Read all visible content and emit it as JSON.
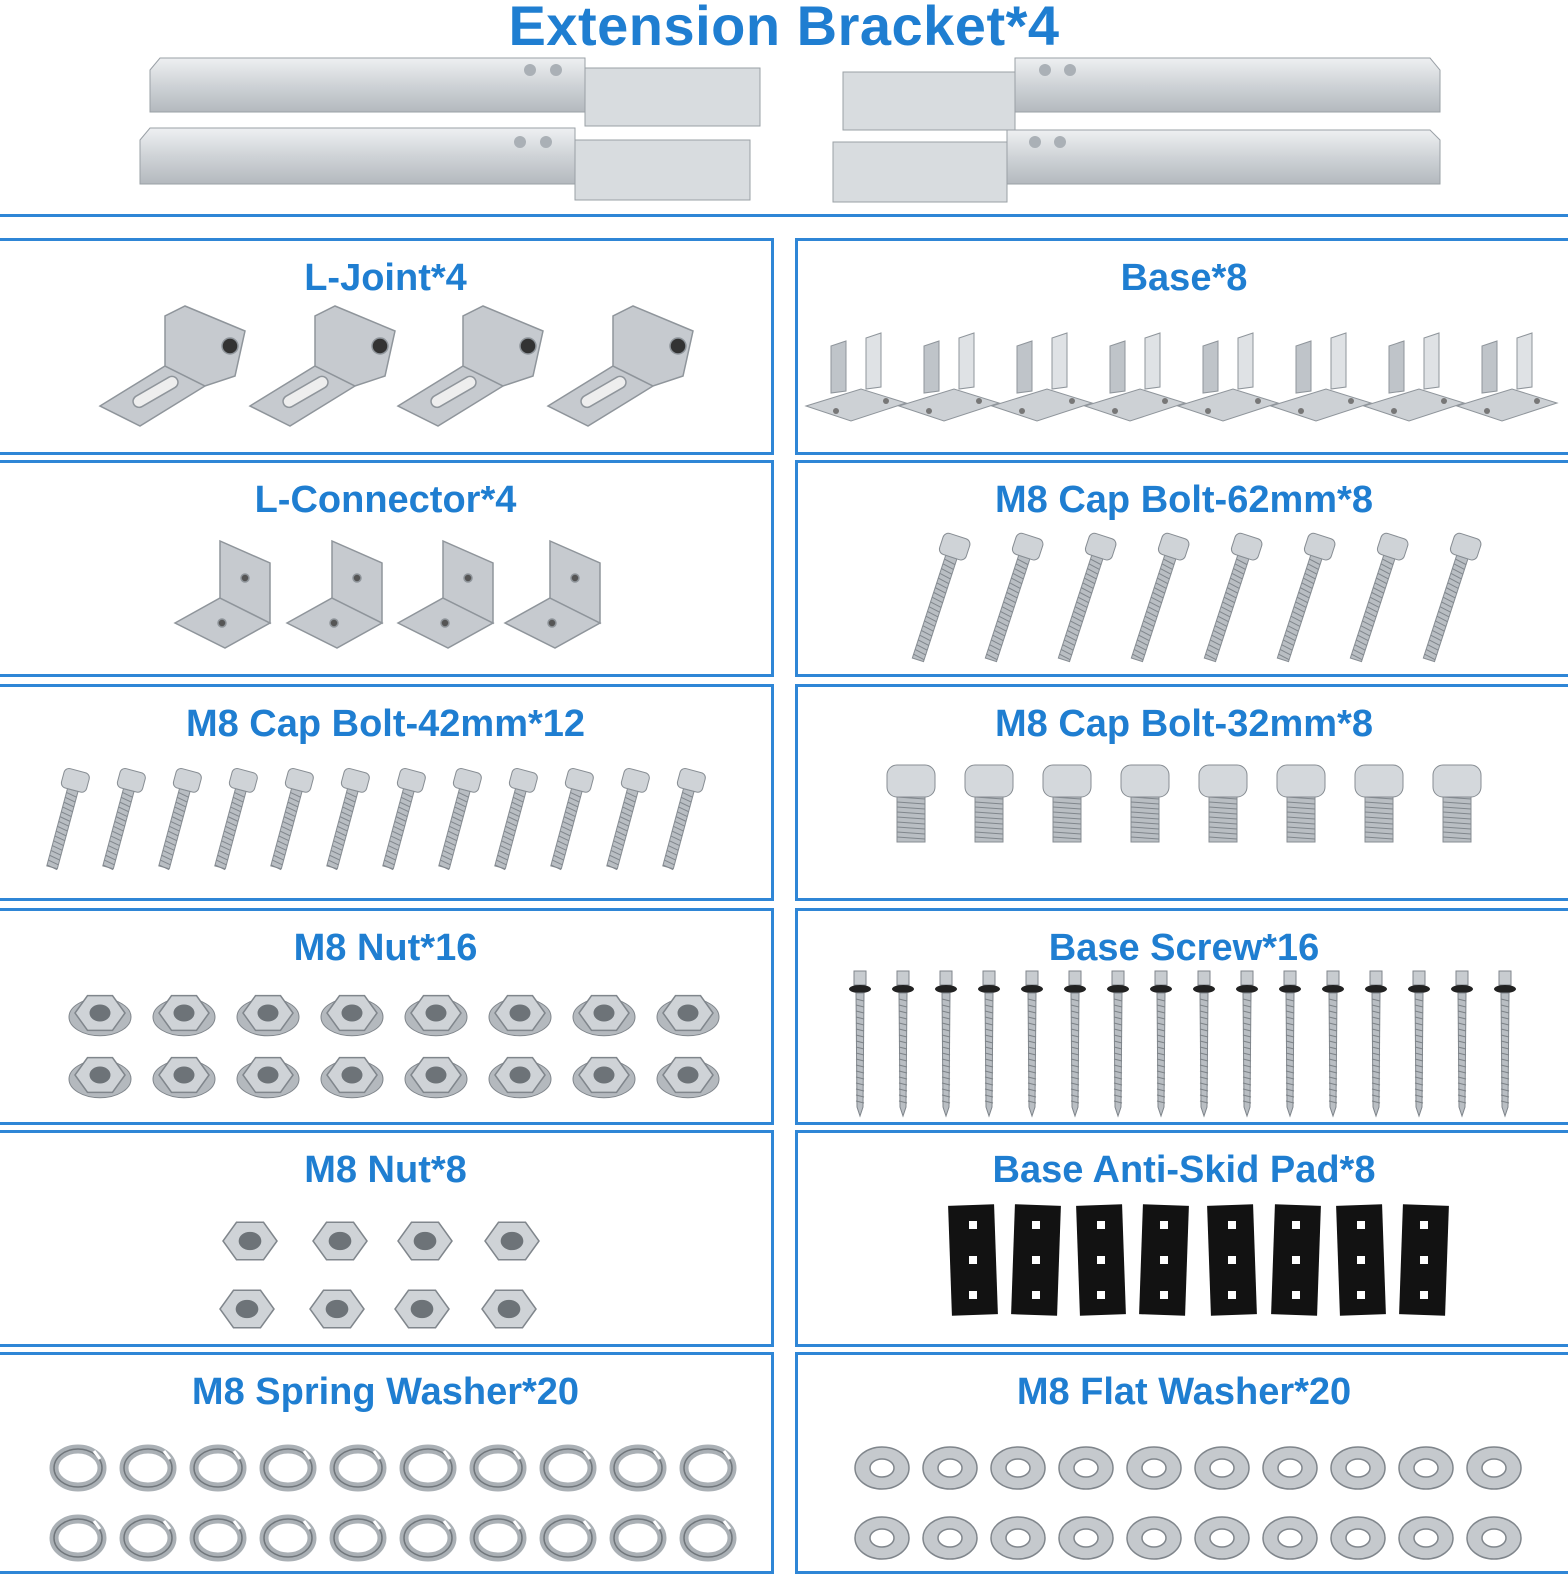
{
  "title": "Extension Bracket*4",
  "parts": {
    "l_joint": "L-Joint*4",
    "base": "Base*8",
    "l_connector": "L-Connector*4",
    "cap_bolt_62": "M8 Cap Bolt-62mm*8",
    "cap_bolt_42": "M8 Cap Bolt-42mm*12",
    "cap_bolt_32": "M8 Cap Bolt-32mm*8",
    "nut_16": "M8 Nut*16",
    "base_screw": "Base Screw*16",
    "nut_8": "M8 Nut*8",
    "anti_skid_pad": "Base Anti-Skid Pad*8",
    "spring_washer": "M8 Spring Washer*20",
    "flat_washer": "M8 Flat Washer*20"
  },
  "colors": {
    "accent": "#1f7ed1",
    "border": "#2f86d6",
    "metal": "#c9ccd0",
    "pad": "#111111"
  }
}
